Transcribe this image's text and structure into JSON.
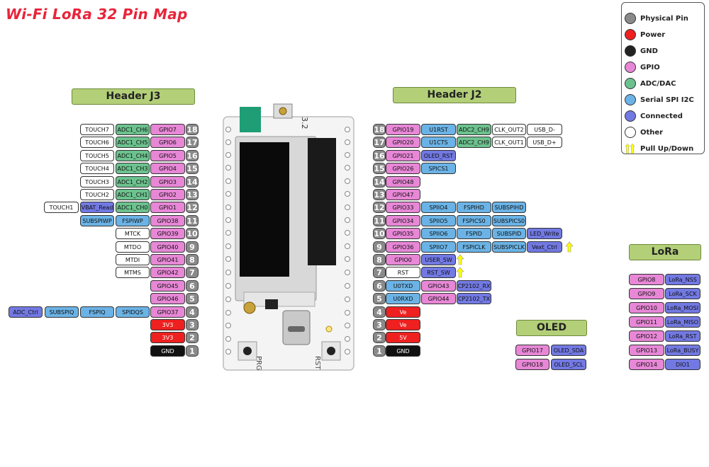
{
  "title": "Wi-Fi LoRa 32 Pin Map",
  "colors": {
    "gpio": "#e787d6",
    "adc": "#6cc28e",
    "spi": "#6bb3e6",
    "connected": "#7279e3",
    "other": "#ffffff",
    "power": "#ee2020",
    "gnd": "#111111",
    "physical": "#8a8a8a",
    "pull": "#ffff00"
  },
  "headers": {
    "j3": "Header J3",
    "j2": "Header J2",
    "lora": "LoRa",
    "oled": "OLED"
  },
  "legend": [
    {
      "label": "Physical Pin",
      "color": "#8a8a8a",
      "icon": "circle"
    },
    {
      "label": "Power",
      "color": "#ee2020",
      "icon": "circle"
    },
    {
      "label": "GND",
      "color": "#222222",
      "icon": "circle"
    },
    {
      "label": "GPIO",
      "color": "#e787d6",
      "icon": "circle"
    },
    {
      "label": "ADC/DAC",
      "color": "#6cc28e",
      "icon": "circle"
    },
    {
      "label": "Serial SPI I2C",
      "color": "#6bb3e6",
      "icon": "circle"
    },
    {
      "label": "Connected",
      "color": "#7279e3",
      "icon": "circle"
    },
    {
      "label": "Other",
      "color": "#ffffff",
      "icon": "circle"
    },
    {
      "label": "Pull Up/Down",
      "color": "#ffff00",
      "icon": "arrow-up"
    }
  ],
  "j3_rows": [
    {
      "num": "18",
      "cells": [
        {
          "t": "GPIO7",
          "c": "gpio"
        },
        {
          "t": "ADC1_CH6",
          "c": "adc"
        },
        {
          "t": "TOUCH7",
          "c": "other"
        }
      ]
    },
    {
      "num": "17",
      "cells": [
        {
          "t": "GPIO6",
          "c": "gpio"
        },
        {
          "t": "ADC1_CH5",
          "c": "adc"
        },
        {
          "t": "TOUCH6",
          "c": "other"
        }
      ]
    },
    {
      "num": "16",
      "cells": [
        {
          "t": "GPIO5",
          "c": "gpio"
        },
        {
          "t": "ADC1_CH4",
          "c": "adc"
        },
        {
          "t": "TOUCH5",
          "c": "other"
        }
      ]
    },
    {
      "num": "15",
      "cells": [
        {
          "t": "GPIO4",
          "c": "gpio"
        },
        {
          "t": "ADC1_CH3",
          "c": "adc"
        },
        {
          "t": "TOUCH4",
          "c": "other"
        }
      ]
    },
    {
      "num": "14",
      "cells": [
        {
          "t": "GPIO3",
          "c": "gpio"
        },
        {
          "t": "ADC1_CH2",
          "c": "adc"
        },
        {
          "t": "TOUCH3",
          "c": "other"
        }
      ]
    },
    {
      "num": "13",
      "cells": [
        {
          "t": "GPIO2",
          "c": "gpio"
        },
        {
          "t": "ADC1_CH1",
          "c": "adc"
        },
        {
          "t": "TOUCH2",
          "c": "other"
        }
      ]
    },
    {
      "num": "12",
      "cells": [
        {
          "t": "GPIO1",
          "c": "gpio"
        },
        {
          "t": "ADC1_CH0",
          "c": "adc"
        },
        {
          "t": "VBAT_Read",
          "c": "conn"
        },
        {
          "t": "TOUCH1",
          "c": "other"
        }
      ]
    },
    {
      "num": "11",
      "cells": [
        {
          "t": "GPIO38",
          "c": "gpio"
        },
        {
          "t": "FSPIWP",
          "c": "spi"
        },
        {
          "t": "SUBSPIWP",
          "c": "spi"
        }
      ]
    },
    {
      "num": "10",
      "cells": [
        {
          "t": "GPIO39",
          "c": "gpio"
        },
        {
          "t": "MTCK",
          "c": "other"
        }
      ]
    },
    {
      "num": "9",
      "cells": [
        {
          "t": "GPIO40",
          "c": "gpio"
        },
        {
          "t": "MTDO",
          "c": "other"
        }
      ]
    },
    {
      "num": "8",
      "cells": [
        {
          "t": "GPIO41",
          "c": "gpio"
        },
        {
          "t": "MTDI",
          "c": "other"
        }
      ]
    },
    {
      "num": "7",
      "cells": [
        {
          "t": "GPIO42",
          "c": "gpio"
        },
        {
          "t": "MTMS",
          "c": "other"
        }
      ]
    },
    {
      "num": "6",
      "cells": [
        {
          "t": "GPIO45",
          "c": "gpio"
        }
      ]
    },
    {
      "num": "5",
      "cells": [
        {
          "t": "GPIO46",
          "c": "gpio"
        }
      ]
    },
    {
      "num": "4",
      "cells": [
        {
          "t": "GPIO37",
          "c": "gpio"
        },
        {
          "t": "SPIDQS",
          "c": "spi"
        },
        {
          "t": "FSPIQ",
          "c": "spi"
        },
        {
          "t": "SUBSPIQ",
          "c": "spi"
        },
        {
          "t": "ADC_Ctrl",
          "c": "conn"
        }
      ]
    },
    {
      "num": "3",
      "cells": [
        {
          "t": "3V3",
          "c": "power"
        }
      ]
    },
    {
      "num": "2",
      "cells": [
        {
          "t": "3V3",
          "c": "power"
        }
      ]
    },
    {
      "num": "1",
      "cells": [
        {
          "t": "GND",
          "c": "gnd"
        }
      ]
    }
  ],
  "j2_rows": [
    {
      "num": "18",
      "cells": [
        {
          "t": "GPIO19",
          "c": "gpio"
        },
        {
          "t": "U1RST",
          "c": "spi"
        },
        {
          "t": "ADC2_CH9",
          "c": "adc"
        },
        {
          "t": "CLK_OUT2",
          "c": "other"
        },
        {
          "t": "USB_D-",
          "c": "other"
        }
      ]
    },
    {
      "num": "17",
      "cells": [
        {
          "t": "GPIO20",
          "c": "gpio"
        },
        {
          "t": "U1CTS",
          "c": "spi"
        },
        {
          "t": "ADC2_CH9",
          "c": "adc"
        },
        {
          "t": "CLK_OUT1",
          "c": "other"
        },
        {
          "t": "USB_D+",
          "c": "other"
        }
      ]
    },
    {
      "num": "16",
      "cells": [
        {
          "t": "GPIO21",
          "c": "gpio"
        },
        {
          "t": "OLED_RST",
          "c": "conn"
        }
      ]
    },
    {
      "num": "15",
      "cells": [
        {
          "t": "GPIO26",
          "c": "gpio"
        },
        {
          "t": "SPICS1",
          "c": "spi"
        }
      ]
    },
    {
      "num": "14",
      "cells": [
        {
          "t": "GPIO48",
          "c": "gpio"
        }
      ]
    },
    {
      "num": "13",
      "cells": [
        {
          "t": "GPIO47",
          "c": "gpio"
        }
      ]
    },
    {
      "num": "12",
      "cells": [
        {
          "t": "GPIO33",
          "c": "gpio"
        },
        {
          "t": "SPIIO4",
          "c": "spi"
        },
        {
          "t": "FSPIHD",
          "c": "spi"
        },
        {
          "t": "SUBSPIHD",
          "c": "spi"
        }
      ]
    },
    {
      "num": "11",
      "cells": [
        {
          "t": "GPIO34",
          "c": "gpio"
        },
        {
          "t": "SPIIO5",
          "c": "spi"
        },
        {
          "t": "FSPICS0",
          "c": "spi"
        },
        {
          "t": "SUBSPICS0",
          "c": "spi"
        }
      ]
    },
    {
      "num": "10",
      "cells": [
        {
          "t": "GPIO35",
          "c": "gpio"
        },
        {
          "t": "SPIIO6",
          "c": "spi"
        },
        {
          "t": "FSPID",
          "c": "spi"
        },
        {
          "t": "SUBSPID",
          "c": "spi"
        },
        {
          "t": "LED_Write",
          "c": "conn"
        }
      ]
    },
    {
      "num": "9",
      "cells": [
        {
          "t": "GPIO36",
          "c": "gpio"
        },
        {
          "t": "SPIIO7",
          "c": "spi"
        },
        {
          "t": "FSPICLK",
          "c": "spi"
        },
        {
          "t": "SUBSPICLK",
          "c": "spi"
        },
        {
          "t": "Vext_Ctrl",
          "c": "conn"
        }
      ],
      "pull": true
    },
    {
      "num": "8",
      "cells": [
        {
          "t": "GPIO0",
          "c": "gpio"
        },
        {
          "t": "USER_SW",
          "c": "conn"
        }
      ],
      "pull": true
    },
    {
      "num": "7",
      "cells": [
        {
          "t": "RST",
          "c": "other"
        },
        {
          "t": "RST_SW",
          "c": "conn"
        }
      ],
      "pull": true
    },
    {
      "num": "6",
      "cells": [
        {
          "t": "U0TXD",
          "c": "spi"
        },
        {
          "t": "GPIO43",
          "c": "gpio"
        },
        {
          "t": "CP2102_RX",
          "c": "conn"
        }
      ]
    },
    {
      "num": "5",
      "cells": [
        {
          "t": "U0RXD",
          "c": "spi"
        },
        {
          "t": "GPIO44",
          "c": "gpio"
        },
        {
          "t": "CP2102_TX",
          "c": "conn"
        }
      ]
    },
    {
      "num": "4",
      "cells": [
        {
          "t": "Ve",
          "c": "power"
        }
      ]
    },
    {
      "num": "3",
      "cells": [
        {
          "t": "Ve",
          "c": "power"
        }
      ]
    },
    {
      "num": "2",
      "cells": [
        {
          "t": "5V",
          "c": "power"
        }
      ]
    },
    {
      "num": "1",
      "cells": [
        {
          "t": "GND",
          "c": "gnd"
        }
      ]
    }
  ],
  "oled_rows": [
    {
      "cells": [
        {
          "t": "GPIO17",
          "c": "gpio"
        },
        {
          "t": "OLED_SDA",
          "c": "conn"
        }
      ]
    },
    {
      "cells": [
        {
          "t": "GPIO18",
          "c": "gpio"
        },
        {
          "t": "OLED_SCL",
          "c": "conn"
        }
      ]
    }
  ],
  "lora_rows": [
    {
      "cells": [
        {
          "t": "GPIO8",
          "c": "gpio"
        },
        {
          "t": "LoRa_NSS",
          "c": "conn"
        }
      ]
    },
    {
      "cells": [
        {
          "t": "GPIO9",
          "c": "gpio"
        },
        {
          "t": "LoRa_SCK",
          "c": "conn"
        }
      ]
    },
    {
      "cells": [
        {
          "t": "GPIO10",
          "c": "gpio"
        },
        {
          "t": "LoRa_MOSI",
          "c": "conn"
        }
      ]
    },
    {
      "cells": [
        {
          "t": "GPIO11",
          "c": "gpio"
        },
        {
          "t": "LoRa_MISO",
          "c": "conn"
        }
      ]
    },
    {
      "cells": [
        {
          "t": "GPIO12",
          "c": "gpio"
        },
        {
          "t": "LoRa_RST",
          "c": "conn"
        }
      ]
    },
    {
      "cells": [
        {
          "t": "GPIO13",
          "c": "gpio"
        },
        {
          "t": "LoRa_BUSY",
          "c": "conn"
        }
      ]
    },
    {
      "cells": [
        {
          "t": "GPIO14",
          "c": "gpio"
        },
        {
          "t": "DIO1",
          "c": "conn"
        }
      ]
    }
  ],
  "board": {
    "version_label": "3.2",
    "prg_label": "PRG",
    "rst_label": "RST"
  }
}
